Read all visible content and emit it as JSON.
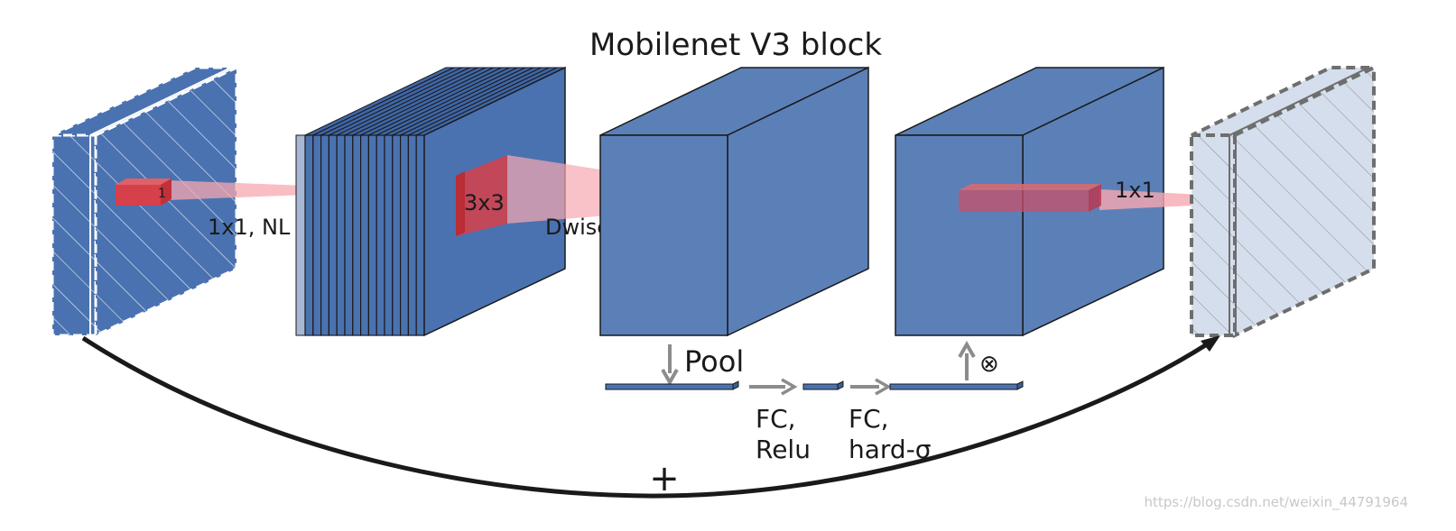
{
  "title": "Mobilenet V3 block",
  "labels": {
    "conv1_kernel": "1",
    "conv1_op": "1x1, NL",
    "dw_kernel": "3x3",
    "dw_op": "Dwise, NL",
    "proj_kernel": "1x1",
    "pool": "Pool",
    "fc1_line1": "FC,",
    "fc1_line2": "Relu",
    "fc2_line1": "FC,",
    "fc2_line2": "hard-σ",
    "multiply": "⊗",
    "residual_add": "+"
  },
  "watermark": "https://blog.csdn.net/weixin_44791964",
  "colors": {
    "block_blue": "#4a72b0",
    "block_blue_light": "#5b80b8",
    "kernel_red": "#d6404a",
    "cone_pink": "#f7a8b0",
    "arrow_gray": "#8c8c8c",
    "output_fill": "#d5deec",
    "curve_black": "#1a1a1a"
  }
}
